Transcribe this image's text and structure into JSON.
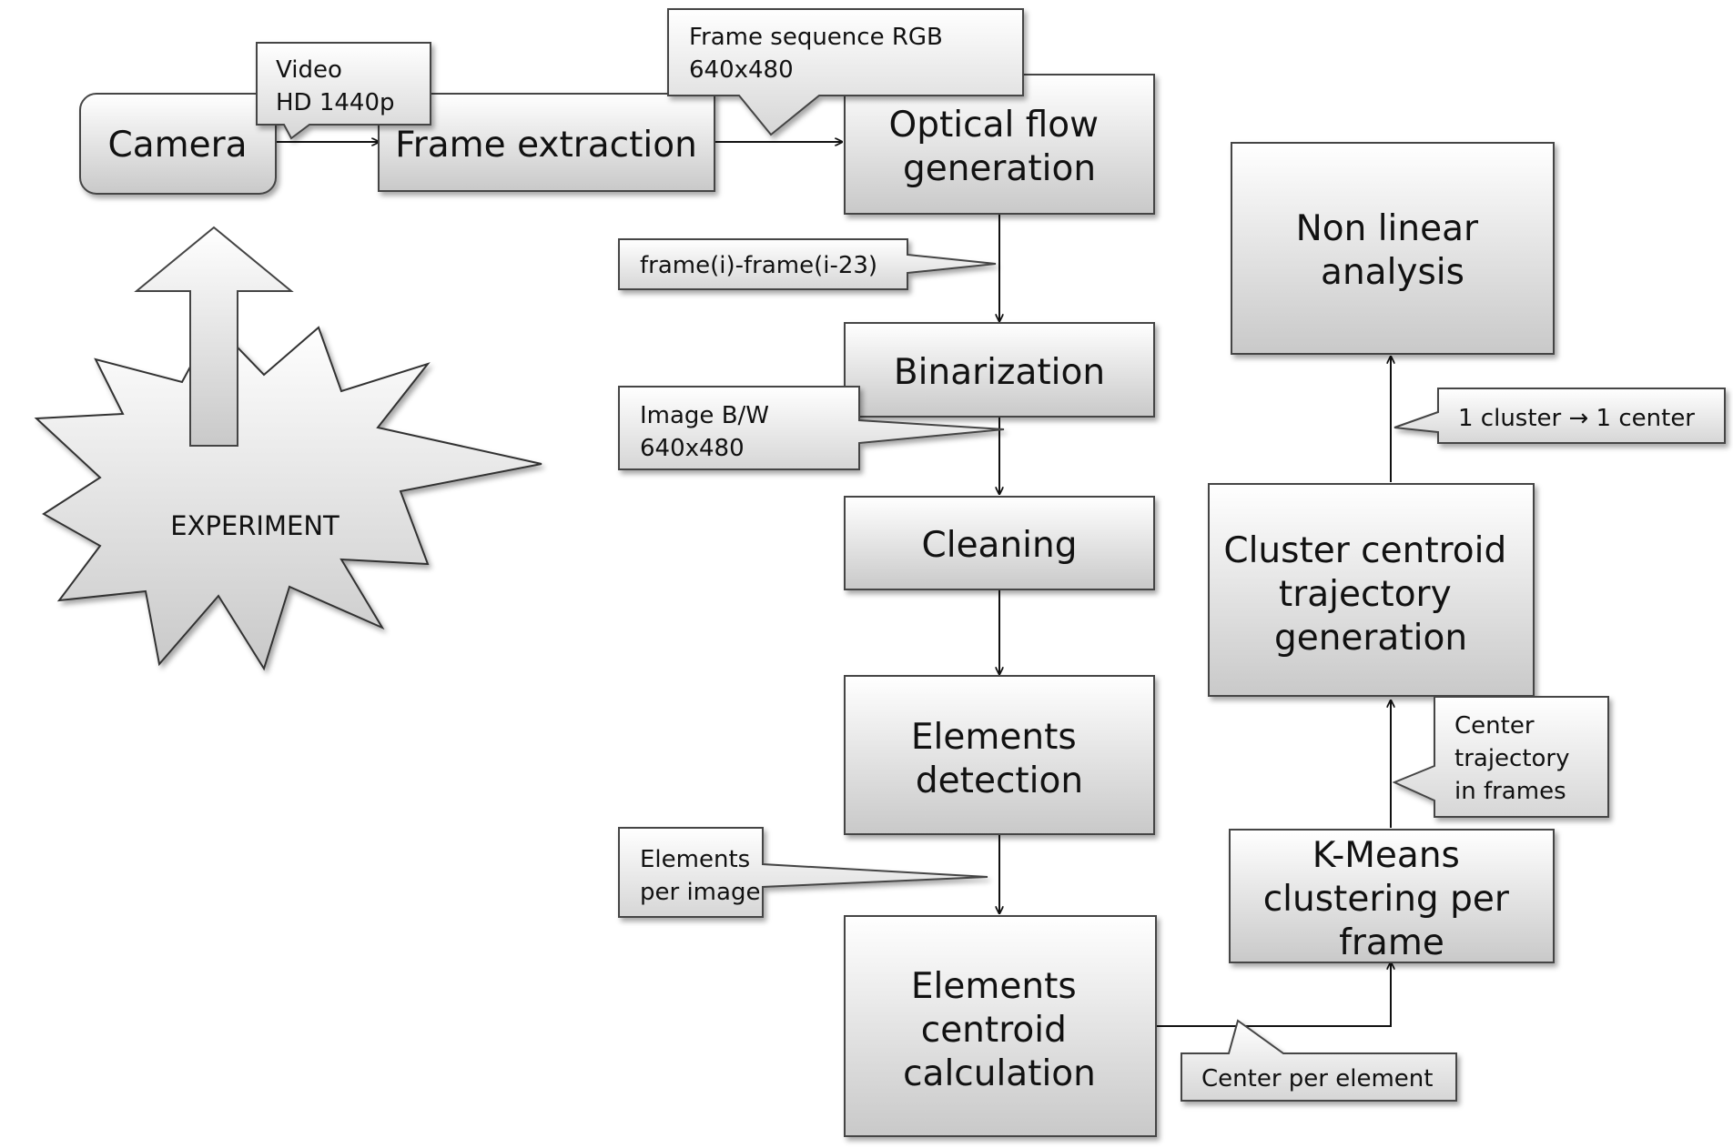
{
  "nodes": {
    "camera": [
      "Camera"
    ],
    "frame_extraction": [
      "Frame extraction"
    ],
    "optical_flow": [
      "Optical flow",
      "generation"
    ],
    "binarization": [
      "Binarization"
    ],
    "cleaning": [
      "Cleaning"
    ],
    "elements_detection": [
      "Elements",
      "detection"
    ],
    "elements_centroid": [
      "Elements",
      "centroid",
      "calculation"
    ],
    "kmeans": [
      "K-Means",
      "clustering per",
      "frame"
    ],
    "cluster_trajectory": [
      "Cluster centroid",
      "trajectory",
      "generation"
    ],
    "non_linear": [
      "Non linear",
      "analysis"
    ]
  },
  "callouts": {
    "video": [
      "Video",
      "HD 1440p"
    ],
    "frame_sequence": [
      "Frame sequence RGB",
      "640x480"
    ],
    "frame_diff": [
      "frame(i)-frame(i-23)"
    ],
    "image_bw": [
      "Image B/W",
      "640x480"
    ],
    "elements_per_image": [
      "Elements",
      "per image"
    ],
    "center_per_element": [
      "Center per element"
    ],
    "center_trajectory": [
      "Center",
      "trajectory",
      "in frames"
    ],
    "cluster_center": [
      "1 cluster → 1 center"
    ]
  },
  "experiment": "EXPERIMENT"
}
